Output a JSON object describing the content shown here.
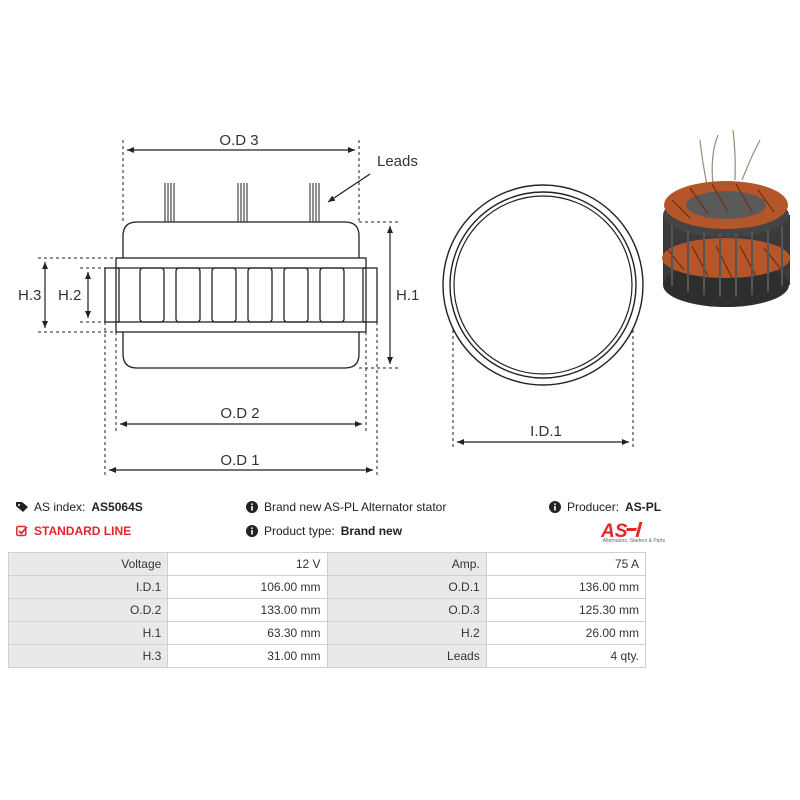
{
  "diagram": {
    "labels": {
      "od3": "O.D 3",
      "leads": "Leads",
      "h3": "H.3",
      "h2": "H.2",
      "h1": "H.1",
      "od2": "O.D 2",
      "od1": "O.D 1",
      "id1": "I.D.1"
    }
  },
  "info": {
    "as_index_label": "AS index:",
    "as_index_value": "AS5064S",
    "description": "Brand new AS-PL Alternator stator",
    "producer_label": "Producer:",
    "producer_value": "AS-PL",
    "standard_line": "STANDARD LINE",
    "product_type_label": "Product type:",
    "product_type_value": "Brand new"
  },
  "logo": {
    "text": "AS",
    "tagline": "Alternators, Starters & Parts",
    "color": "#e3262a"
  },
  "specs": {
    "rows": [
      {
        "l1": "Voltage",
        "v1": "12 V",
        "l2": "Amp.",
        "v2": "75 A"
      },
      {
        "l1": "I.D.1",
        "v1": "106.00 mm",
        "l2": "O.D.1",
        "v2": "136.00 mm"
      },
      {
        "l1": "O.D.2",
        "v1": "133.00 mm",
        "l2": "O.D.3",
        "v2": "125.30 mm"
      },
      {
        "l1": "H.1",
        "v1": "63.30 mm",
        "l2": "H.2",
        "v2": "26.00 mm"
      },
      {
        "l1": "H.3",
        "v1": "31.00 mm",
        "l2": "Leads",
        "v2": "4 qty."
      }
    ]
  },
  "colors": {
    "accent": "#e3262a",
    "table_label_bg": "#e9e9e9",
    "line": "#222222",
    "copper": "#b5562a",
    "core": "#3a3a3a"
  }
}
